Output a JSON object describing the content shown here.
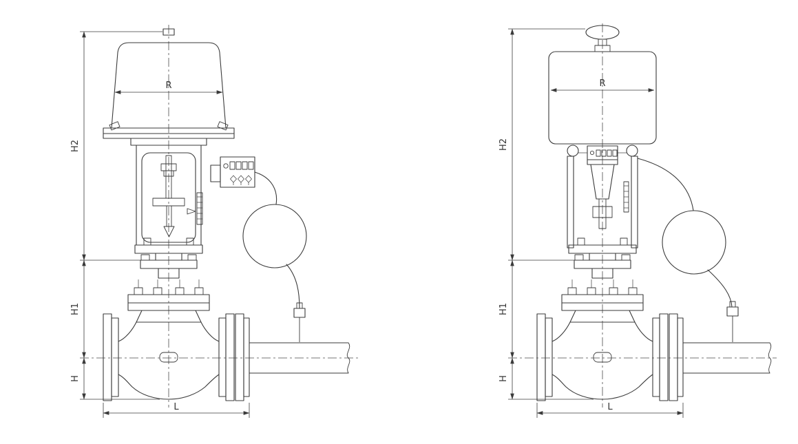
{
  "drawing": {
    "background": "#ffffff",
    "line_color": "#3a3a3a",
    "figures": [
      {
        "name": "control-valve-with-dome-actuator",
        "labels": {
          "R": "R",
          "H2": "H2",
          "H1": "H1",
          "H": "H",
          "L": "L"
        }
      },
      {
        "name": "control-valve-with-electric-actuator",
        "labels": {
          "R": "R",
          "H2": "H2",
          "H1": "H1",
          "H": "H",
          "L": "L"
        }
      }
    ]
  }
}
